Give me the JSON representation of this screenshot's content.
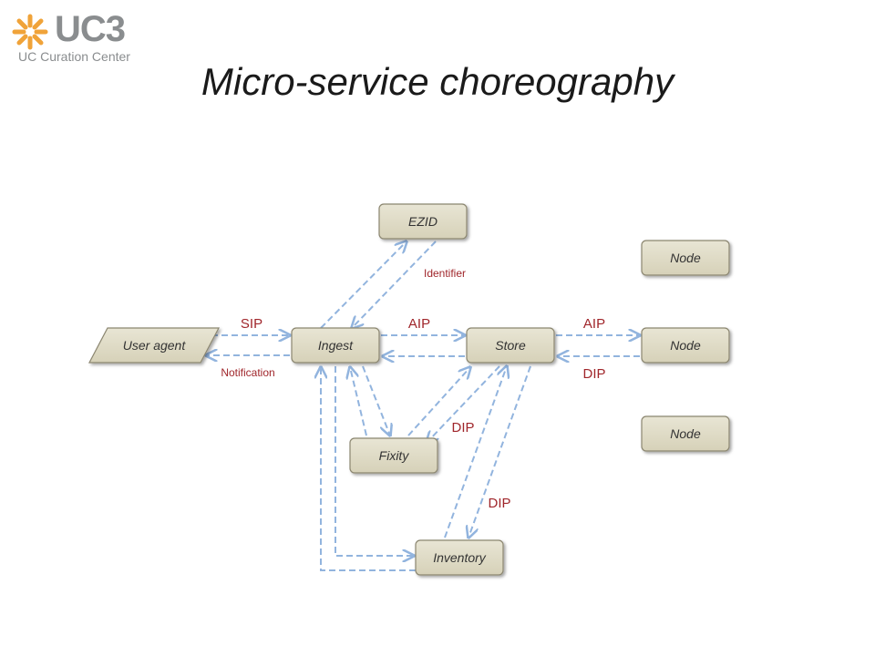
{
  "logo": {
    "brand_text": "UC3",
    "subtitle": "UC Curation Center",
    "accent_color": "#f0a339"
  },
  "title": "Micro-service choreography",
  "nodes": {
    "user_agent": "User agent",
    "ingest": "Ingest",
    "store": "Store",
    "ezid": "EZID",
    "fixity": "Fixity",
    "inventory": "Inventory",
    "node_top": "Node",
    "node_mid": "Node",
    "node_bottom": "Node"
  },
  "labels": {
    "sip": "SIP",
    "notification": "Notification",
    "identifier": "Identifier",
    "aip_ingest_store": "AIP",
    "aip_store_node": "AIP",
    "dip_node_store": "DIP",
    "dip_fixity": "DIP",
    "dip_inventory": "DIP"
  },
  "colors": {
    "box_fill": "#ddd9c3",
    "arrow": "#92b4de",
    "label_red": "#a0262b"
  }
}
